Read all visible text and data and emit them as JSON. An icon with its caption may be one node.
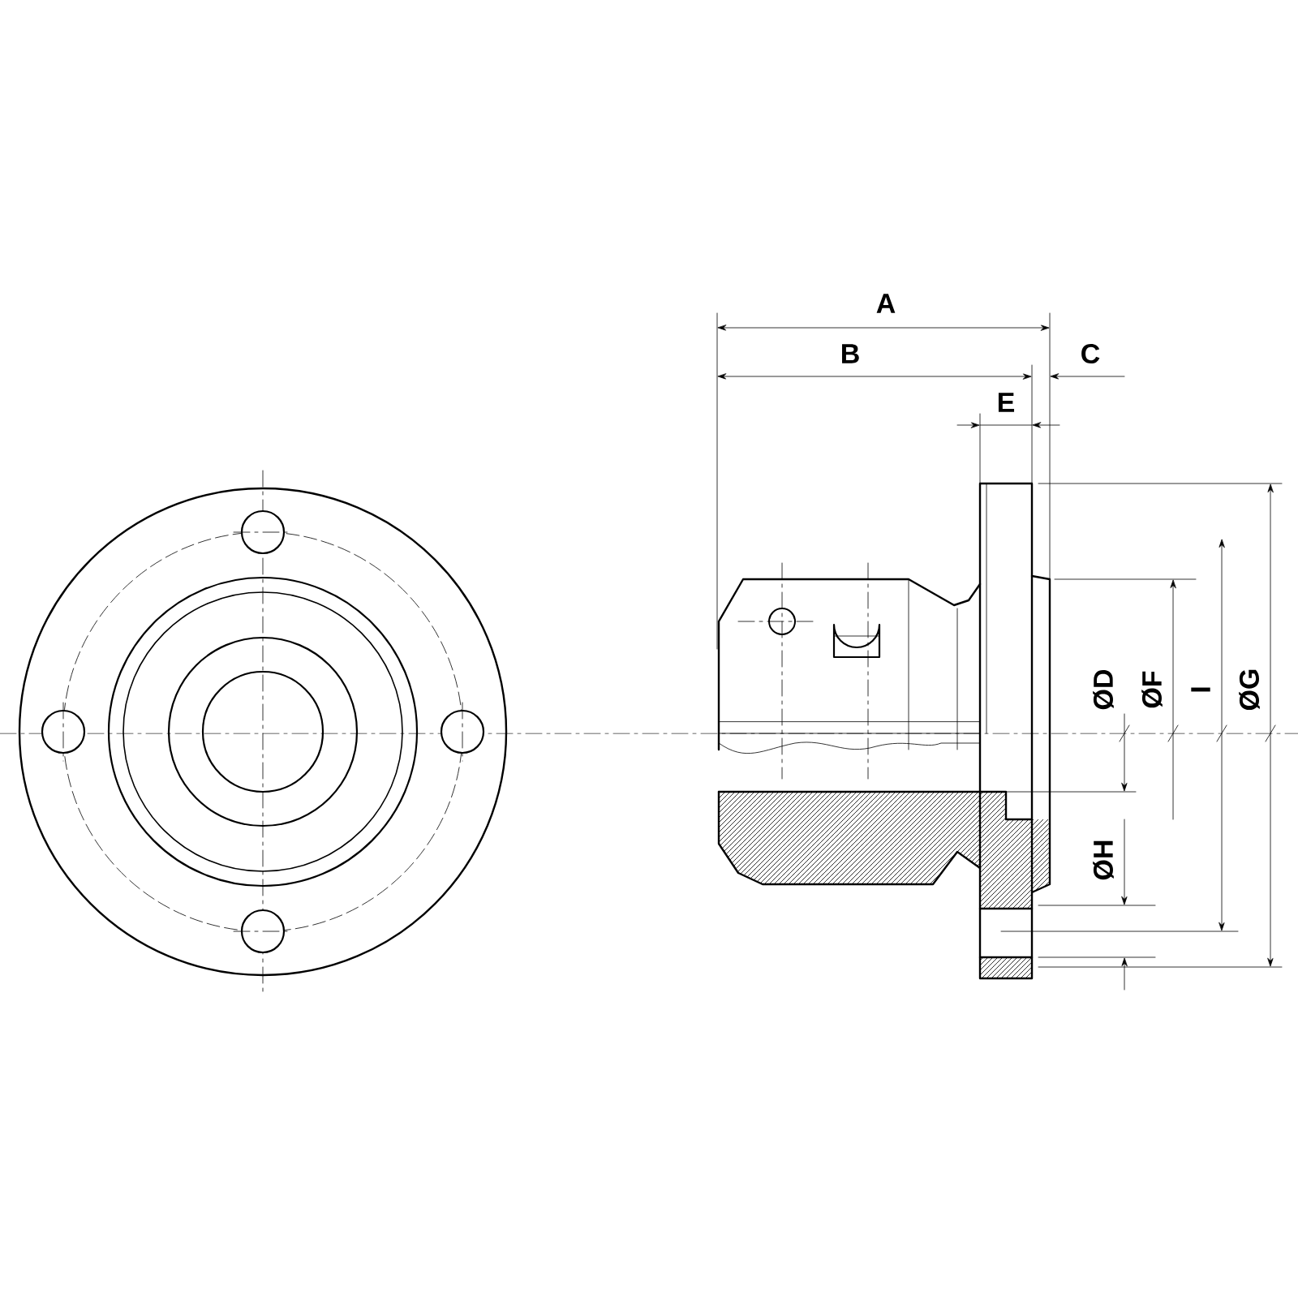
{
  "diagram": {
    "labels": [
      "A",
      "B",
      "C",
      "E",
      "ØD",
      "ØF",
      "I",
      "ØG",
      "ØH"
    ]
  }
}
